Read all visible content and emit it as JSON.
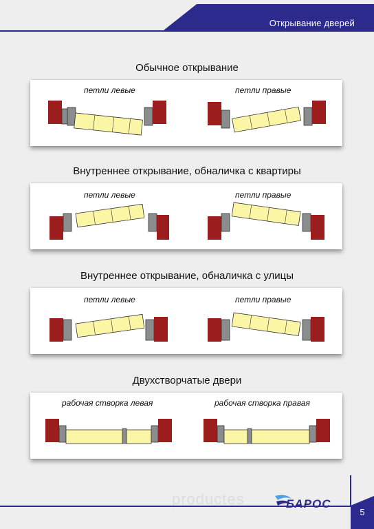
{
  "header": {
    "title": "Открывание дверей"
  },
  "sections": [
    {
      "title": "Обычное открывание",
      "left_label": "петли левые",
      "right_label": "петли правые"
    },
    {
      "title": "Внутреннее открывание, обналичка с квартиры",
      "left_label": "петли левые",
      "right_label": "петли правые"
    },
    {
      "title": "Внутреннее открывание, обналичка с улицы",
      "left_label": "петли левые",
      "right_label": "петли правые"
    },
    {
      "title": "Двухстворчатые двери",
      "left_label": "рабочая створка левая",
      "right_label": "рабочая створка правая"
    }
  ],
  "footer": {
    "logo_text": "БАРОС",
    "page_number": "5",
    "watermark": "productes"
  },
  "colors": {
    "accent": "#2c2a8c",
    "brick": "#9b1d1d",
    "door_leaf": "#fbf6a6",
    "frame": "#8a8c8e"
  }
}
